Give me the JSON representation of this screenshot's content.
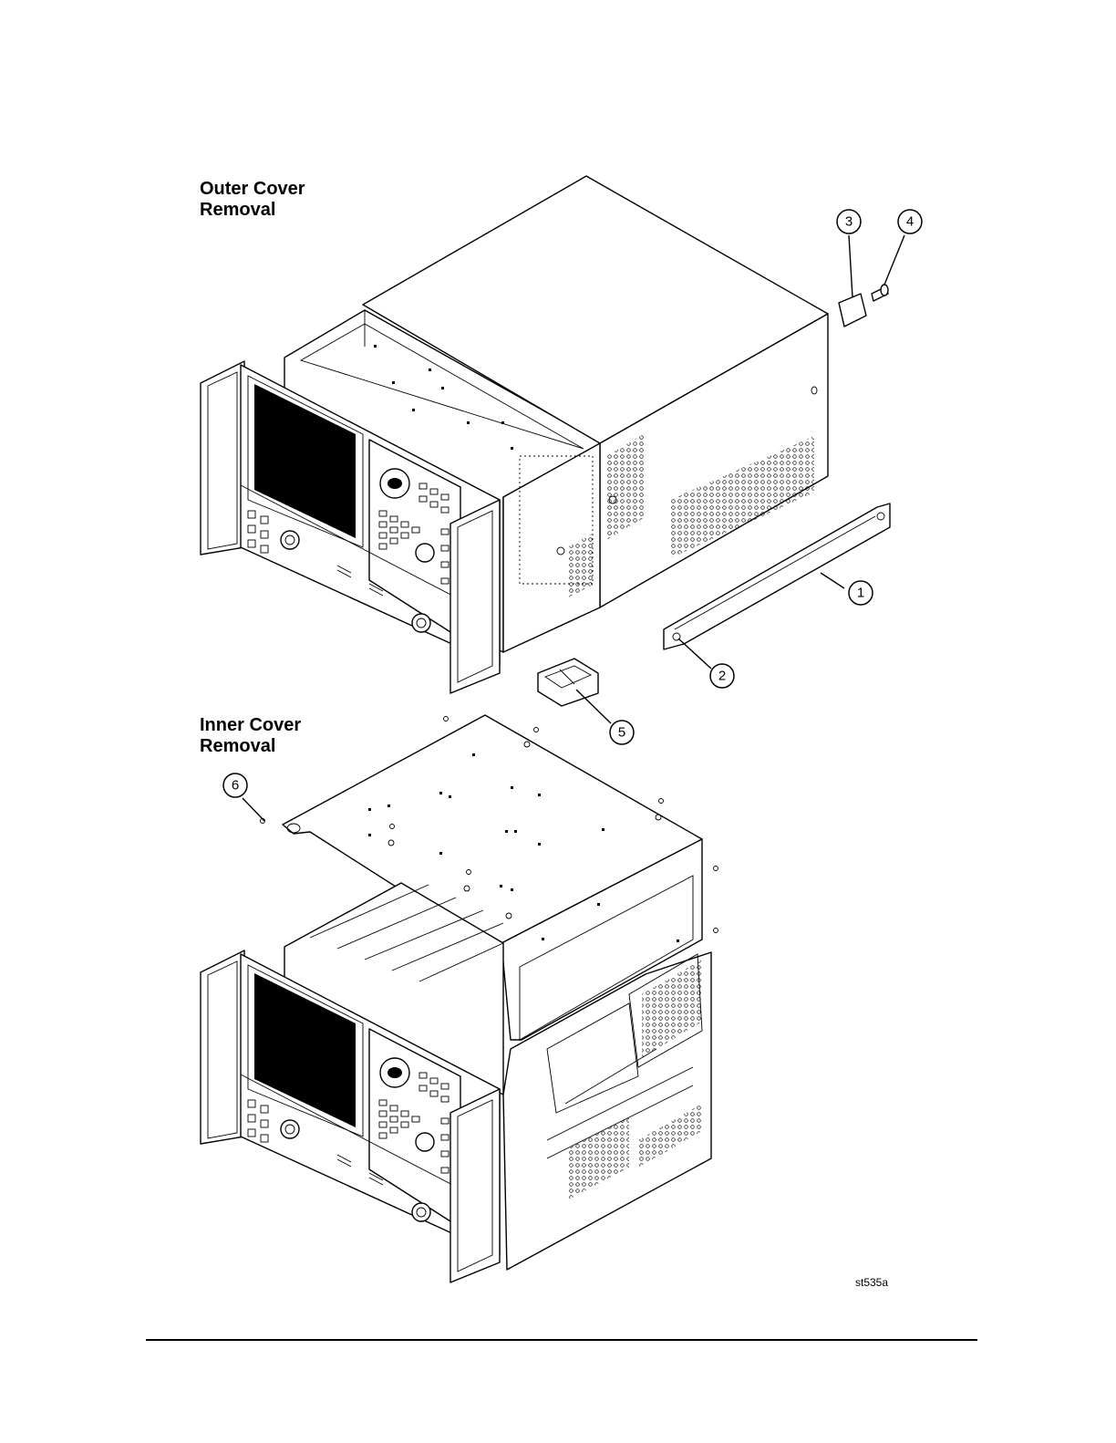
{
  "captions": {
    "outer": {
      "line1": "Outer Cover",
      "line2": "Removal"
    },
    "inner": {
      "line1": "Inner Cover",
      "line2": "Removal"
    }
  },
  "callouts": [
    "1",
    "2",
    "3",
    "4",
    "5",
    "6"
  ],
  "figure_id": "st535a",
  "icons": {
    "instrument": "network-analyzer-instrument-icon",
    "outer_cover": "outer-cover-icon",
    "inner_cover": "inner-cover-icon",
    "strap": "side-strap-icon",
    "foot": "rear-foot-icon",
    "screw": "screw-icon",
    "bottom_foot": "bottom-foot-icon"
  }
}
